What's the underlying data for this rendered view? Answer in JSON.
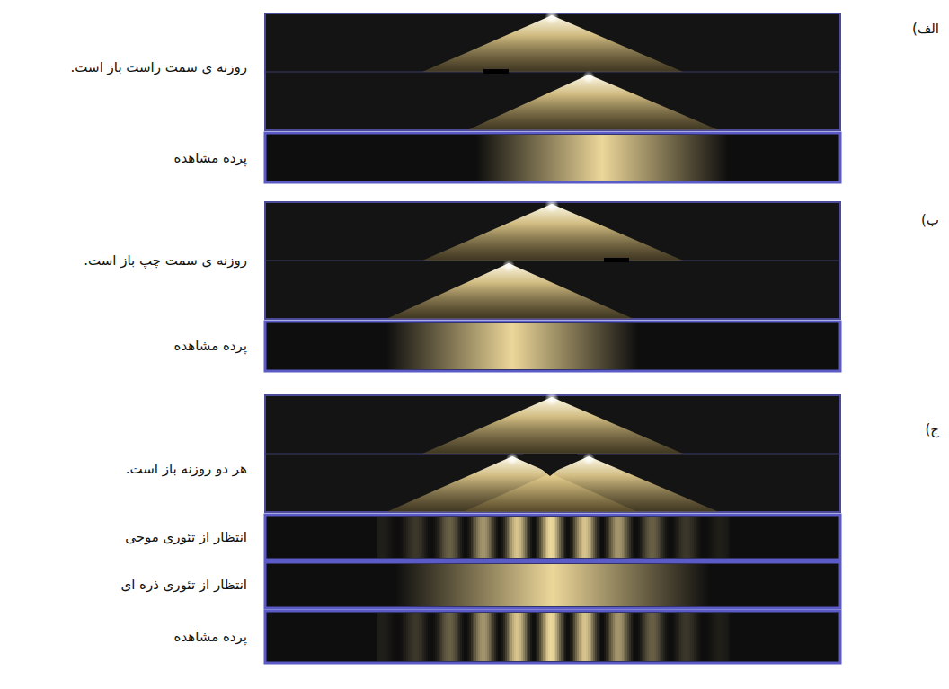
{
  "diagram": {
    "labels": [
      "الف)",
      "روزنه ی سمت راست باز است.",
      "پرده مشاهده",
      "ب)",
      "روزنه ی سمت چپ باز است.",
      "پرده مشاهده",
      "ج)",
      "هر دو روزنه باز است.",
      "انتظار از تئوری موجی",
      "انتظار از تئوری ذره ای",
      "پرده مشاهده"
    ]
  }
}
